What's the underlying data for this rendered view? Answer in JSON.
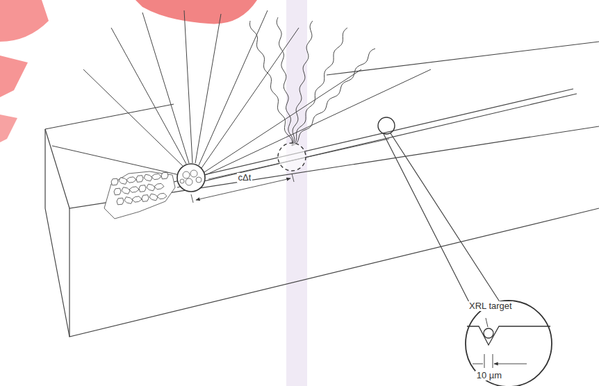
{
  "diagram": {
    "labels": [
      "cΔt",
      "XRL target",
      "10 µm"
    ]
  }
}
